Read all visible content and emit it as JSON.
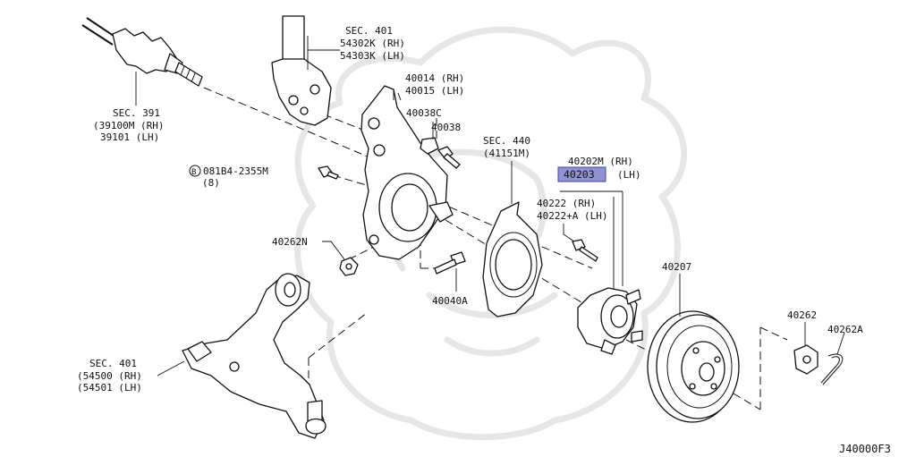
{
  "labels": {
    "sec401_strut": "SEC. 401",
    "strut_rh": "54302K (RH)",
    "strut_lh": "54303K (LH)",
    "knuckle_rh": "40014 (RH)",
    "knuckle_lh": "40015 (LH)",
    "nut_40038c": "40038C",
    "bolt_40038": "40038",
    "sec391": "SEC. 391",
    "shaft_rh": "(39100M (RH)",
    "shaft_lh": "39101  (LH)",
    "sec440": "SEC. 440",
    "baffle": "(41151M)",
    "bolt_code": "081B4-2355M",
    "bolt_qty": "(8)",
    "nut_40262n": "40262N",
    "bolt_40040a": "40040A",
    "hub_rh": "40202M (RH)",
    "hub_selected": "40203",
    "hub_lh": "(LH)",
    "hubbolt_rh": "40222    (RH)",
    "hubbolt_lh": "40222+A (LH)",
    "rotor": "40207",
    "nut_40262": "40262",
    "pin_40262a": "40262A",
    "sec401_arm": "SEC. 401",
    "arm_rh": "(54500 (RH)",
    "arm_lh": "(54501 (LH)",
    "diagram_code": "J40000F3"
  },
  "colors": {
    "highlight_fill": "#8f93d6",
    "highlight_border": "#3f44a8"
  }
}
